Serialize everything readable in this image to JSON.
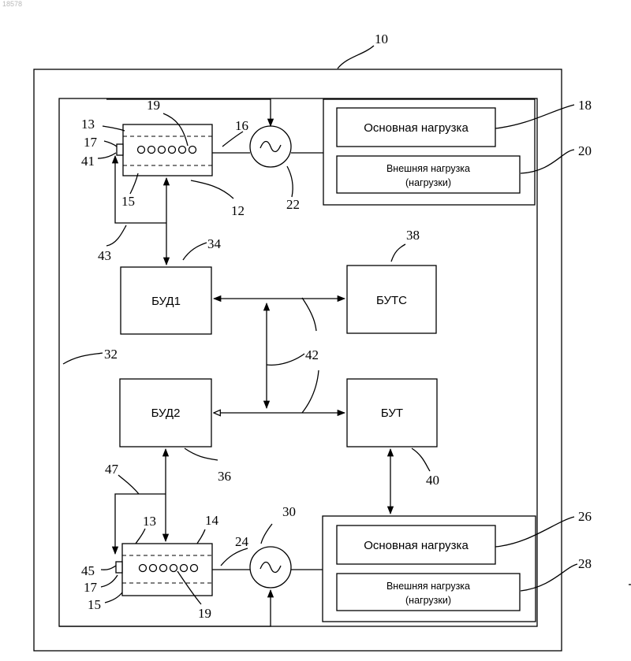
{
  "corner_id": "18578",
  "refs": {
    "r10": "10",
    "r12": "12",
    "r13": "13",
    "r14": "14",
    "r15": "15",
    "r16": "16",
    "r17": "17",
    "r18": "18",
    "r19": "19",
    "r20": "20",
    "r22": "22",
    "r24": "24",
    "r26": "26",
    "r28": "28",
    "r30": "30",
    "r32": "32",
    "r34": "34",
    "r36": "36",
    "r38": "38",
    "r40": "40",
    "r41": "41",
    "r42": "42",
    "r43": "43",
    "r45": "45",
    "r47": "47"
  },
  "blocks": {
    "bud1": "БУД1",
    "bud2": "БУД2",
    "buts": "БУТС",
    "but": "БУТ"
  },
  "loads": {
    "main_load": "Основная нагрузка",
    "external_load_line1": "Внешняя нагрузка",
    "external_load_line2": "(нагрузки)"
  }
}
